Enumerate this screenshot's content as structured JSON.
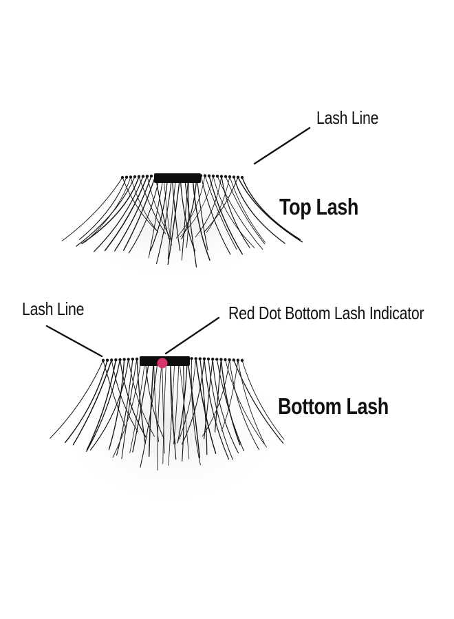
{
  "annotations": {
    "top_lash_line": "Lash Line",
    "top_lash": "Top Lash",
    "bottom_lash_line": "Lash Line",
    "red_dot_indicator": "Red Dot Bottom Lash Indicator",
    "bottom_lash": "Bottom Lash"
  },
  "colors": {
    "background": "#ffffff",
    "lash_fibers": "#151515",
    "lash_band": "#0d0d0d",
    "indicator_dot": "#d8366a",
    "text": "#111111"
  },
  "objects": {
    "top_lash": "top-lash-icon",
    "bottom_lash": "bottom-lash-icon",
    "indicator_dot": "red-dot-icon"
  }
}
